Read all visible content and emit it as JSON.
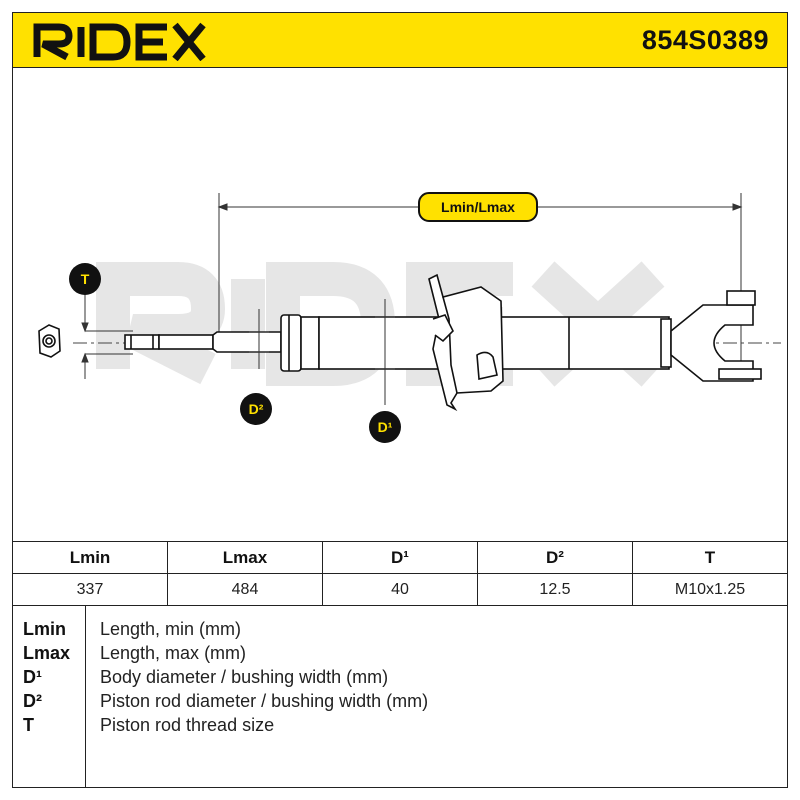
{
  "brand": "RIDEX",
  "part_number": "854S0389",
  "drawing": {
    "dimension_labels": {
      "length": "Lmin/Lmax",
      "thread": "T",
      "rod_diameter": "D²",
      "body_diameter": "D¹"
    },
    "watermark": "RIDEX"
  },
  "spec_table": {
    "headers": [
      "Lmin",
      "Lmax",
      "D¹",
      "D²",
      "T"
    ],
    "values": [
      "337",
      "484",
      "40",
      "12.5",
      "M10x1.25"
    ]
  },
  "legend": [
    {
      "key": "Lmin",
      "desc": "Length, min (mm)"
    },
    {
      "key": "Lmax",
      "desc": "Length, max (mm)"
    },
    {
      "key": "D¹",
      "desc": "Body diameter / bushing width (mm)"
    },
    {
      "key": "D²",
      "desc": "Piston rod diameter / bushing width (mm)"
    },
    {
      "key": "T",
      "desc": "Piston rod thread size"
    }
  ],
  "colors": {
    "accent": "#ffe100",
    "line": "#222222",
    "watermark": "#e8e8e8"
  }
}
